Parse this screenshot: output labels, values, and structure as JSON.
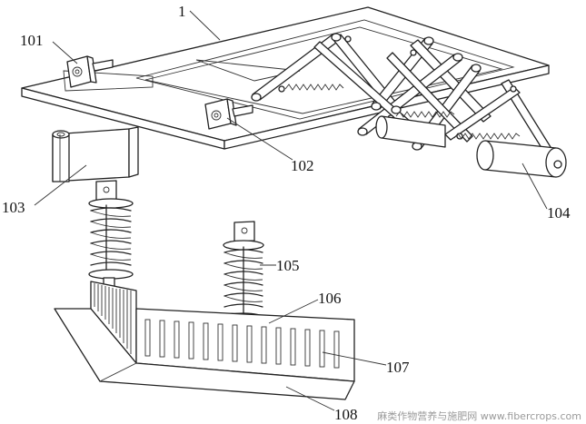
{
  "labels": {
    "l1": "1",
    "l101": "101",
    "l102": "102",
    "l103": "103",
    "l104": "104",
    "l105": "105",
    "l106": "106",
    "l107": "107",
    "l108": "108"
  },
  "watermark": "麻类作物营养与施肥网 www.fibercrops.com"
}
